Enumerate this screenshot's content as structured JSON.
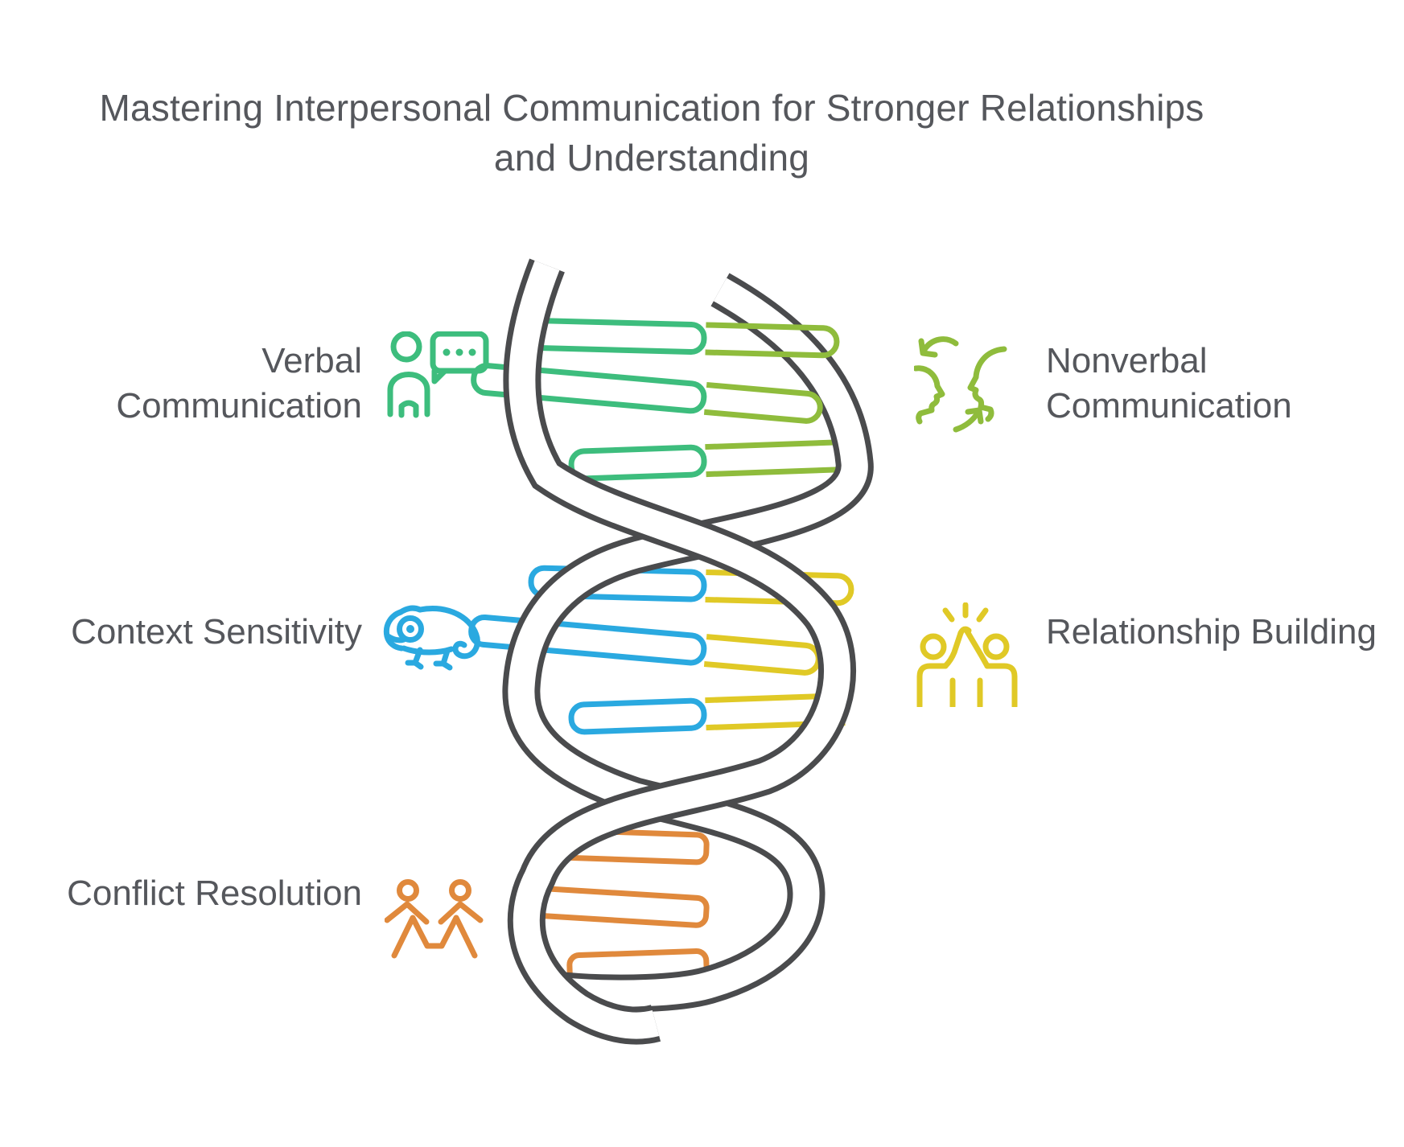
{
  "title": "Mastering Interpersonal Communication for Stronger Relationships and Understanding",
  "sections": [
    {
      "id": "verbal-communication",
      "label": "Verbal Communication",
      "icon": "person-speech-bubble-icon",
      "color_key": "green",
      "side": "left"
    },
    {
      "id": "nonverbal-communication",
      "label": "Nonverbal Communication",
      "icon": "faces-exchange-icon",
      "color_key": "olive",
      "side": "right"
    },
    {
      "id": "context-sensitivity",
      "label": "Context Sensitivity",
      "icon": "chameleon-icon",
      "color_key": "blue",
      "side": "left"
    },
    {
      "id": "relationship-building",
      "label": "Relationship Building",
      "icon": "high-five-people-icon",
      "color_key": "yellow",
      "side": "right"
    },
    {
      "id": "conflict-resolution",
      "label": "Conflict Resolution",
      "icon": "two-people-icon",
      "color_key": "orange",
      "side": "left"
    }
  ],
  "helix": {
    "rung_groups": [
      {
        "position": "top",
        "left_color": "green",
        "right_color": "olive"
      },
      {
        "position": "middle",
        "left_color": "blue",
        "right_color": "yellow"
      },
      {
        "position": "bottom",
        "left_color": "orange",
        "right_color": "orange"
      }
    ]
  },
  "colors": {
    "green": "#3DBD7D",
    "olive": "#8FBC3C",
    "blue": "#2AA9E0",
    "yellow": "#E0C926",
    "orange": "#E0893C",
    "gray": "#4A4B4D",
    "text": "#55575C"
  }
}
